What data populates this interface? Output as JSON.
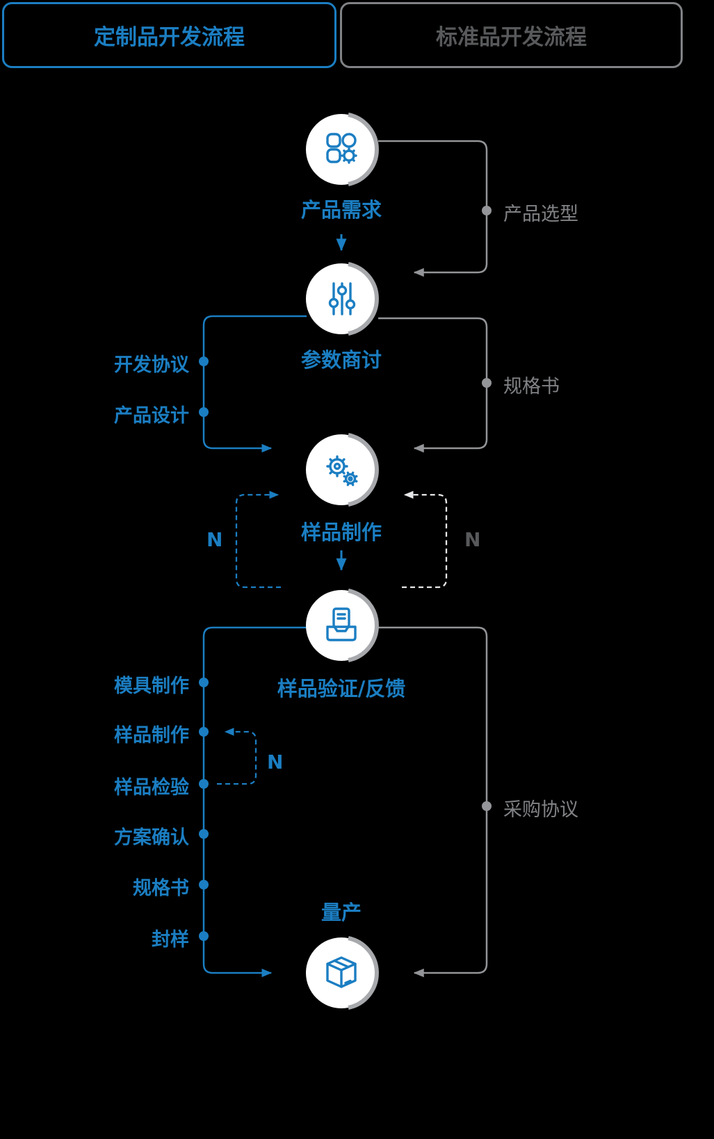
{
  "headers": {
    "custom": {
      "label": "定制品开发流程"
    },
    "standard": {
      "label": "标准品开发流程"
    }
  },
  "flow_nodes": [
    {
      "label": "产品需求",
      "icon": "clover-gear-icon"
    },
    {
      "label": "参数商讨",
      "icon": "sliders-icon"
    },
    {
      "label": "样品制作",
      "icon": "gears-icon"
    },
    {
      "label": "样品验证/反馈",
      "icon": "document-tray-icon"
    },
    {
      "label": "量产",
      "icon": "package-box-icon"
    }
  ],
  "custom_side_steps_upper": [
    {
      "label": "开发协议"
    },
    {
      "label": "产品设计"
    }
  ],
  "custom_side_steps_lower": [
    {
      "label": "模具制作"
    },
    {
      "label": "样品制作"
    },
    {
      "label": "样品检验"
    },
    {
      "label": "方案确认"
    },
    {
      "label": "规格书"
    },
    {
      "label": "封样"
    }
  ],
  "standard_side_labels": [
    {
      "label": "产品选型"
    },
    {
      "label": "规格书"
    },
    {
      "label": "采购协议"
    }
  ],
  "loop_markers": {
    "custom_sample_loop": "N",
    "standard_sample_loop": "N",
    "inspection_loop": "N"
  },
  "colors": {
    "accent_blue": "#1b7ec2",
    "line_gray": "#939598",
    "ring_gray": "#a7a9ac",
    "dark_gray_text": "#58595b",
    "mid_gray_text": "#808285",
    "background": "#000000"
  }
}
